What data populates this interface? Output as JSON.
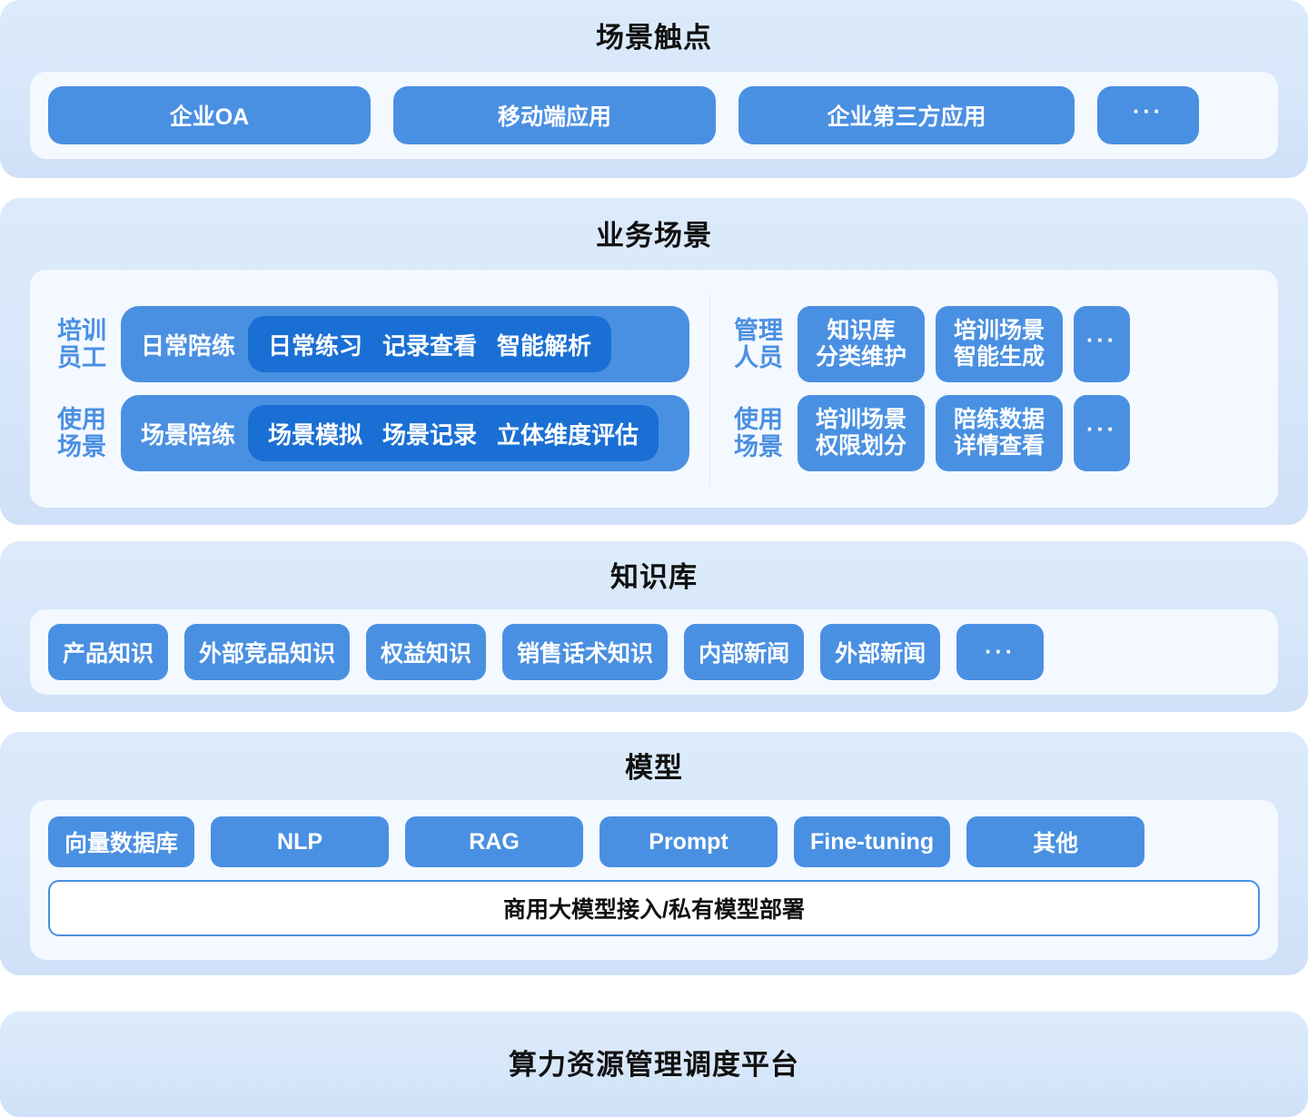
{
  "colors": {
    "chip_blue": "#4a90e2",
    "chip_blue_dark": "#1a6fd4",
    "layer_bg": "#dcebfb",
    "panel_bg": "#f4f9ff",
    "shelf": "#8aa5e8",
    "title": "#111111"
  },
  "layers": {
    "touchpoints": {
      "title": "场景触点",
      "items": [
        {
          "label": "企业OA"
        },
        {
          "label": "移动端应用"
        },
        {
          "label": "企业第三方应用"
        },
        {
          "label": "···"
        }
      ]
    },
    "scenes": {
      "title": "业务场景",
      "left": {
        "rows": [
          {
            "role": "培训\n员工",
            "lead": "日常陪练",
            "items": [
              "日常练习",
              "记录查看",
              "智能解析"
            ]
          },
          {
            "role": "使用\n场景",
            "lead": "场景陪练",
            "items": [
              "场景模拟",
              "场景记录",
              "立体维度评估"
            ]
          }
        ]
      },
      "right": {
        "rows": [
          {
            "role": "管理\n人员",
            "items": [
              "知识库\n分类维护",
              "培训场景\n智能生成",
              "···"
            ]
          },
          {
            "role": "使用\n场景",
            "items": [
              "培训场景\n权限划分",
              "陪练数据\n详情查看",
              "···"
            ]
          }
        ]
      }
    },
    "knowledge_base": {
      "title": "知识库",
      "items": [
        {
          "label": "产品知识"
        },
        {
          "label": "外部竞品知识"
        },
        {
          "label": "权益知识"
        },
        {
          "label": "销售话术知识"
        },
        {
          "label": "内部新闻"
        },
        {
          "label": "外部新闻"
        },
        {
          "label": "···"
        }
      ]
    },
    "model": {
      "title": "模型",
      "items": [
        {
          "label": "向量数据库"
        },
        {
          "label": "NLP"
        },
        {
          "label": "RAG"
        },
        {
          "label": "Prompt"
        },
        {
          "label": "Fine-tuning"
        },
        {
          "label": "其他"
        }
      ],
      "wide_item": "商用大模型接入/私有模型部署"
    },
    "compute": {
      "title": "算力资源管理调度平台"
    }
  }
}
